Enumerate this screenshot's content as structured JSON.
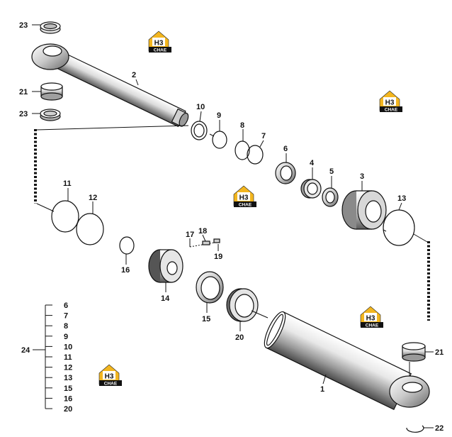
{
  "labels": {
    "p1": "1",
    "p2": "2",
    "p3": "3",
    "p4": "4",
    "p5": "5",
    "p6": "6",
    "p7": "7",
    "p8": "8",
    "p9": "9",
    "p10": "10",
    "p11a": "11",
    "p12": "12",
    "p13": "13",
    "p14": "14",
    "p15": "15",
    "p16": "16",
    "p17": "17",
    "p18": "18",
    "p19": "19",
    "p20": "20",
    "p21a": "21",
    "p21b": "21",
    "p22": "22",
    "p23a": "23",
    "p23b": "23",
    "p24": "24"
  },
  "legend": {
    "group": "24",
    "items": [
      "6",
      "7",
      "8",
      "9",
      "10",
      "11",
      "12",
      "13",
      "15",
      "16",
      "20"
    ]
  },
  "watermark": {
    "mark": "H3",
    "word": "CHAE"
  },
  "colors": {
    "logo_yellow": "#f3b61f",
    "ink": "#111111"
  }
}
